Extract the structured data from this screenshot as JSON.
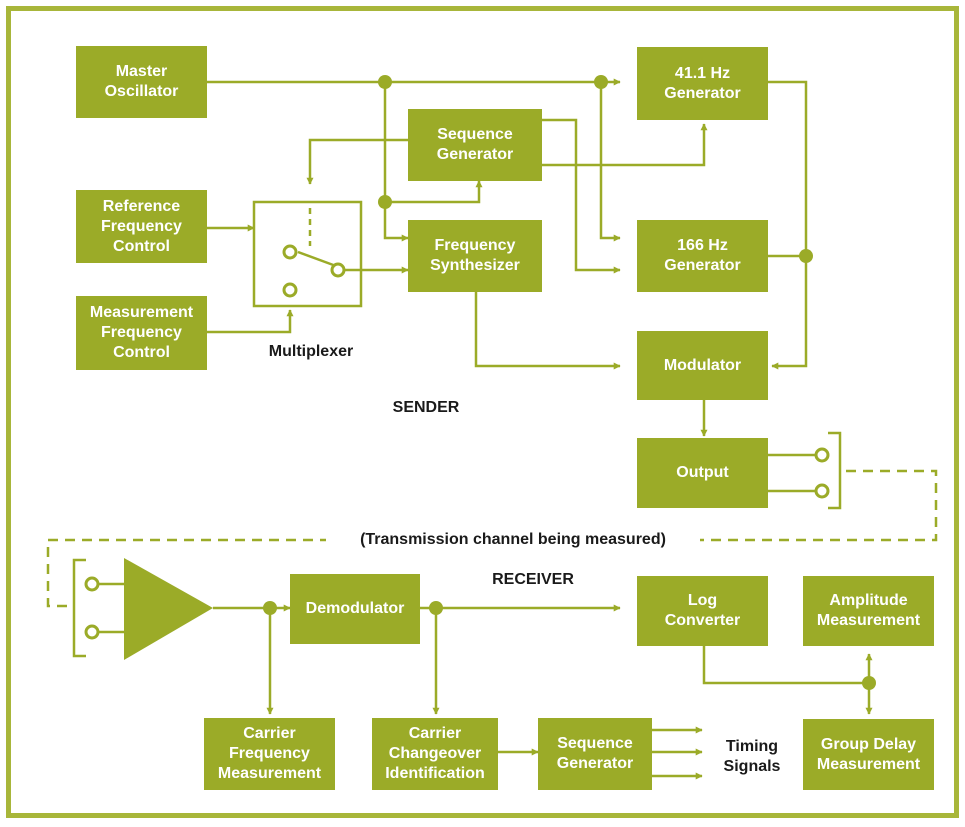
{
  "colors": {
    "block_fill": "#9bab28",
    "line": "#9bab28",
    "frame": "#a8b63a",
    "text_on_block": "#ffffff",
    "label_text": "#1a1a1a"
  },
  "sections": {
    "sender": "SENDER",
    "receiver": "RECEIVER"
  },
  "labels": {
    "multiplexer": "Multiplexer",
    "channel": "(Transmission channel being measured)",
    "timing": "Timing\nSignals"
  },
  "blocks": {
    "master_oscillator": "Master\nOscillator",
    "reference_frequency_control": "Reference\nFrequency\nControl",
    "measurement_frequency_control": "Measurement\nFrequency\nControl",
    "sequence_generator_sender": "Sequence\nGenerator",
    "frequency_synthesizer": "Frequency\nSynthesizer",
    "gen_41": "41.1 Hz\nGenerator",
    "gen_166": "166 Hz\nGenerator",
    "modulator": "Modulator",
    "output": "Output",
    "demodulator": "Demodulator",
    "log_converter": "Log\nConverter",
    "amplitude_measurement": "Amplitude\nMeasurement",
    "carrier_frequency_measurement": "Carrier\nFrequency\nMeasurement",
    "carrier_changeover_identification": "Carrier\nChangeover\nIdentification",
    "sequence_generator_receiver": "Sequence\nGenerator",
    "group_delay_measurement": "Group Delay\nMeasurement"
  }
}
